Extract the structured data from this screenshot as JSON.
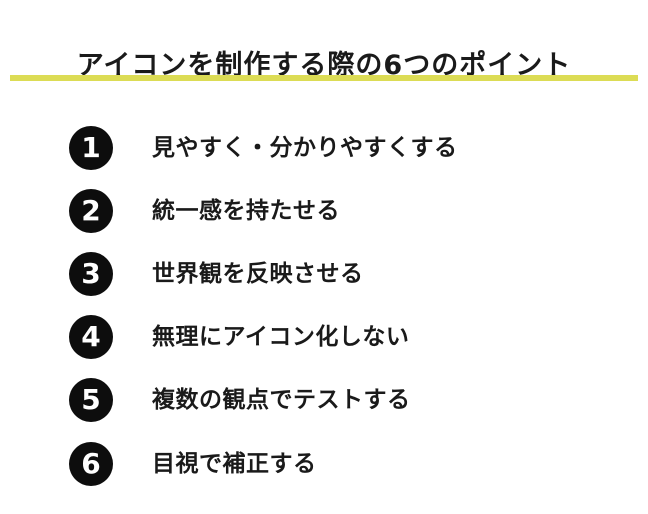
{
  "title": "アイコンを制作する際の6つのポイント",
  "accent_color": "#dcdc55",
  "points": [
    {
      "number": "1",
      "label": "見やすく・分かりやすくする"
    },
    {
      "number": "2",
      "label": "統一感を持たせる"
    },
    {
      "number": "3",
      "label": "世界観を反映させる"
    },
    {
      "number": "4",
      "label": "無理にアイコン化しない"
    },
    {
      "number": "5",
      "label": "複数の観点でテストする"
    },
    {
      "number": "6",
      "label": "目視で補正する"
    }
  ]
}
